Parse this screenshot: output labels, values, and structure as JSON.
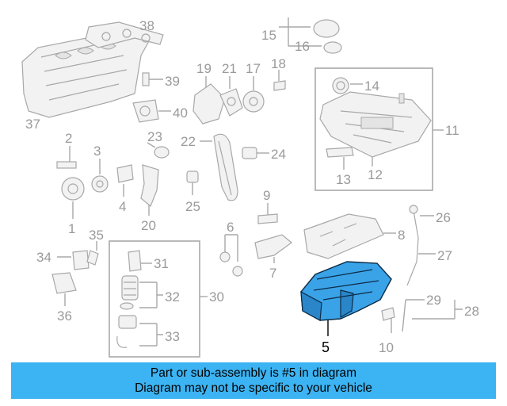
{
  "banner": {
    "line1": "Part or sub-assembly is #5 in diagram",
    "line2": "Diagram may not be specific to your vehicle"
  },
  "highlight_color": "#3aa3e8",
  "callouts": {
    "c1": "1",
    "c2": "2",
    "c3": "3",
    "c4": "4",
    "c5": "5",
    "c6": "6",
    "c7": "7",
    "c8": "8",
    "c9": "9",
    "c10": "10",
    "c11": "11",
    "c12": "12",
    "c13": "13",
    "c14": "14",
    "c15": "15",
    "c16": "16",
    "c17": "17",
    "c18": "18",
    "c19": "19",
    "c20": "20",
    "c21": "21",
    "c22": "22",
    "c23": "23",
    "c24": "24",
    "c25": "25",
    "c26": "26",
    "c27": "27",
    "c28": "28",
    "c29": "29",
    "c30": "30",
    "c31": "31",
    "c32": "32",
    "c33": "33",
    "c34": "34",
    "c35": "35",
    "c36": "36",
    "c37": "37",
    "c38": "38",
    "c39": "39",
    "c40": "40"
  }
}
